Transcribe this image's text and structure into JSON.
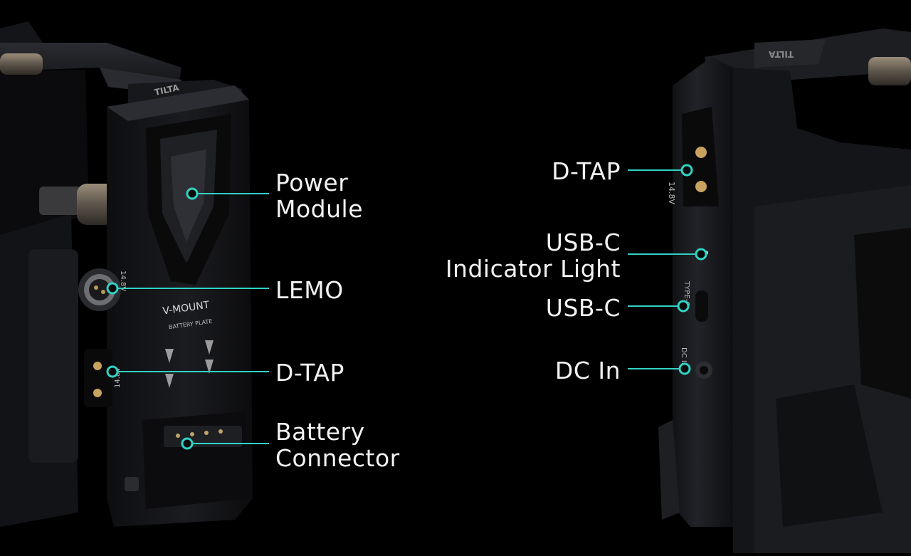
{
  "background_color": "#000000",
  "accent_color": "#2fd3c4",
  "device_color": "#16171a",
  "device_highlight_color": "#2c2e33",
  "left_device": {
    "brand_mark": "TILTA",
    "plate_text_line1": "V-MOUNT",
    "plate_text_line2": "BATTERY PLATE",
    "voltage_marks": [
      "14.8V",
      "14.8V"
    ]
  },
  "right_device": {
    "brand_mark": "TILTA",
    "voltage_mark": "14.8V",
    "port_marks": [
      "TYPE-C",
      "DC IN"
    ]
  },
  "callouts_left": [
    {
      "id": "power-module",
      "lines": [
        "Power",
        "Module"
      ]
    },
    {
      "id": "lemo",
      "lines": [
        "LEMO"
      ]
    },
    {
      "id": "d-tap",
      "lines": [
        "D-TAP"
      ]
    },
    {
      "id": "battery-connector",
      "lines": [
        "Battery",
        "Connector"
      ]
    }
  ],
  "callouts_right": [
    {
      "id": "d-tap",
      "lines": [
        "D-TAP"
      ]
    },
    {
      "id": "usb-c-indicator-light",
      "lines": [
        "USB-C",
        "Indicator Light"
      ]
    },
    {
      "id": "usb-c",
      "lines": [
        "USB-C"
      ]
    },
    {
      "id": "dc-in",
      "lines": [
        "DC In"
      ]
    }
  ]
}
